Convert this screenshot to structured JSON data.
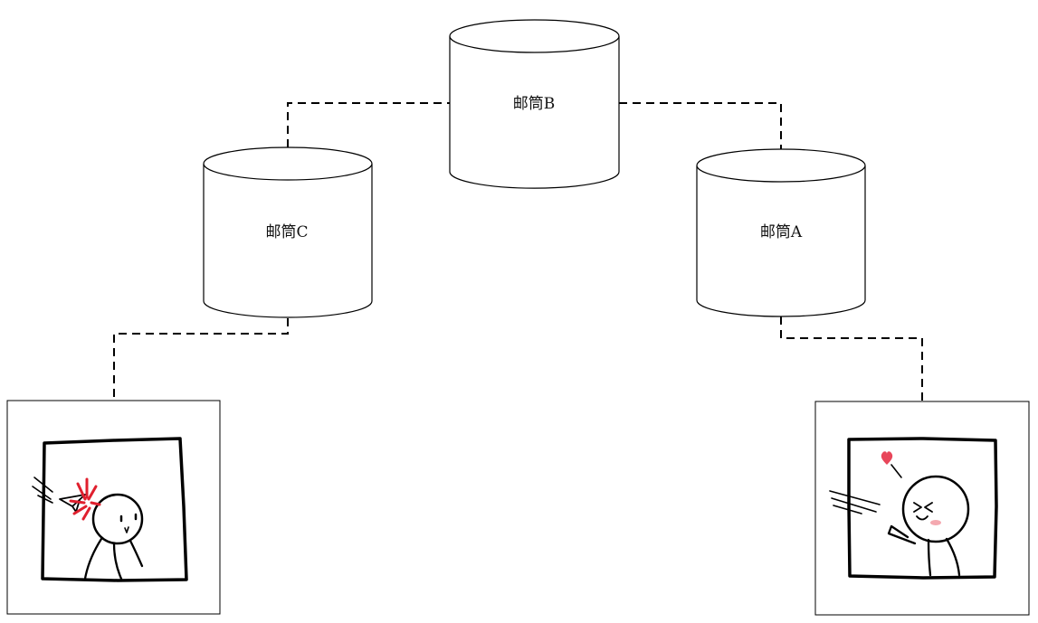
{
  "mailboxes": {
    "b": {
      "label": "邮筒B"
    },
    "c": {
      "label": "邮筒C"
    },
    "a": {
      "label": "邮筒A"
    }
  },
  "nodes": {
    "left": {
      "figure": "stick-figure-hit-by-paper-plane"
    },
    "right": {
      "figure": "stick-figure-happy-with-heart"
    }
  },
  "colors": {
    "stroke": "#000000",
    "impact": "#e0202e",
    "heart": "#e8465a",
    "blush": "#f4a9b0"
  }
}
